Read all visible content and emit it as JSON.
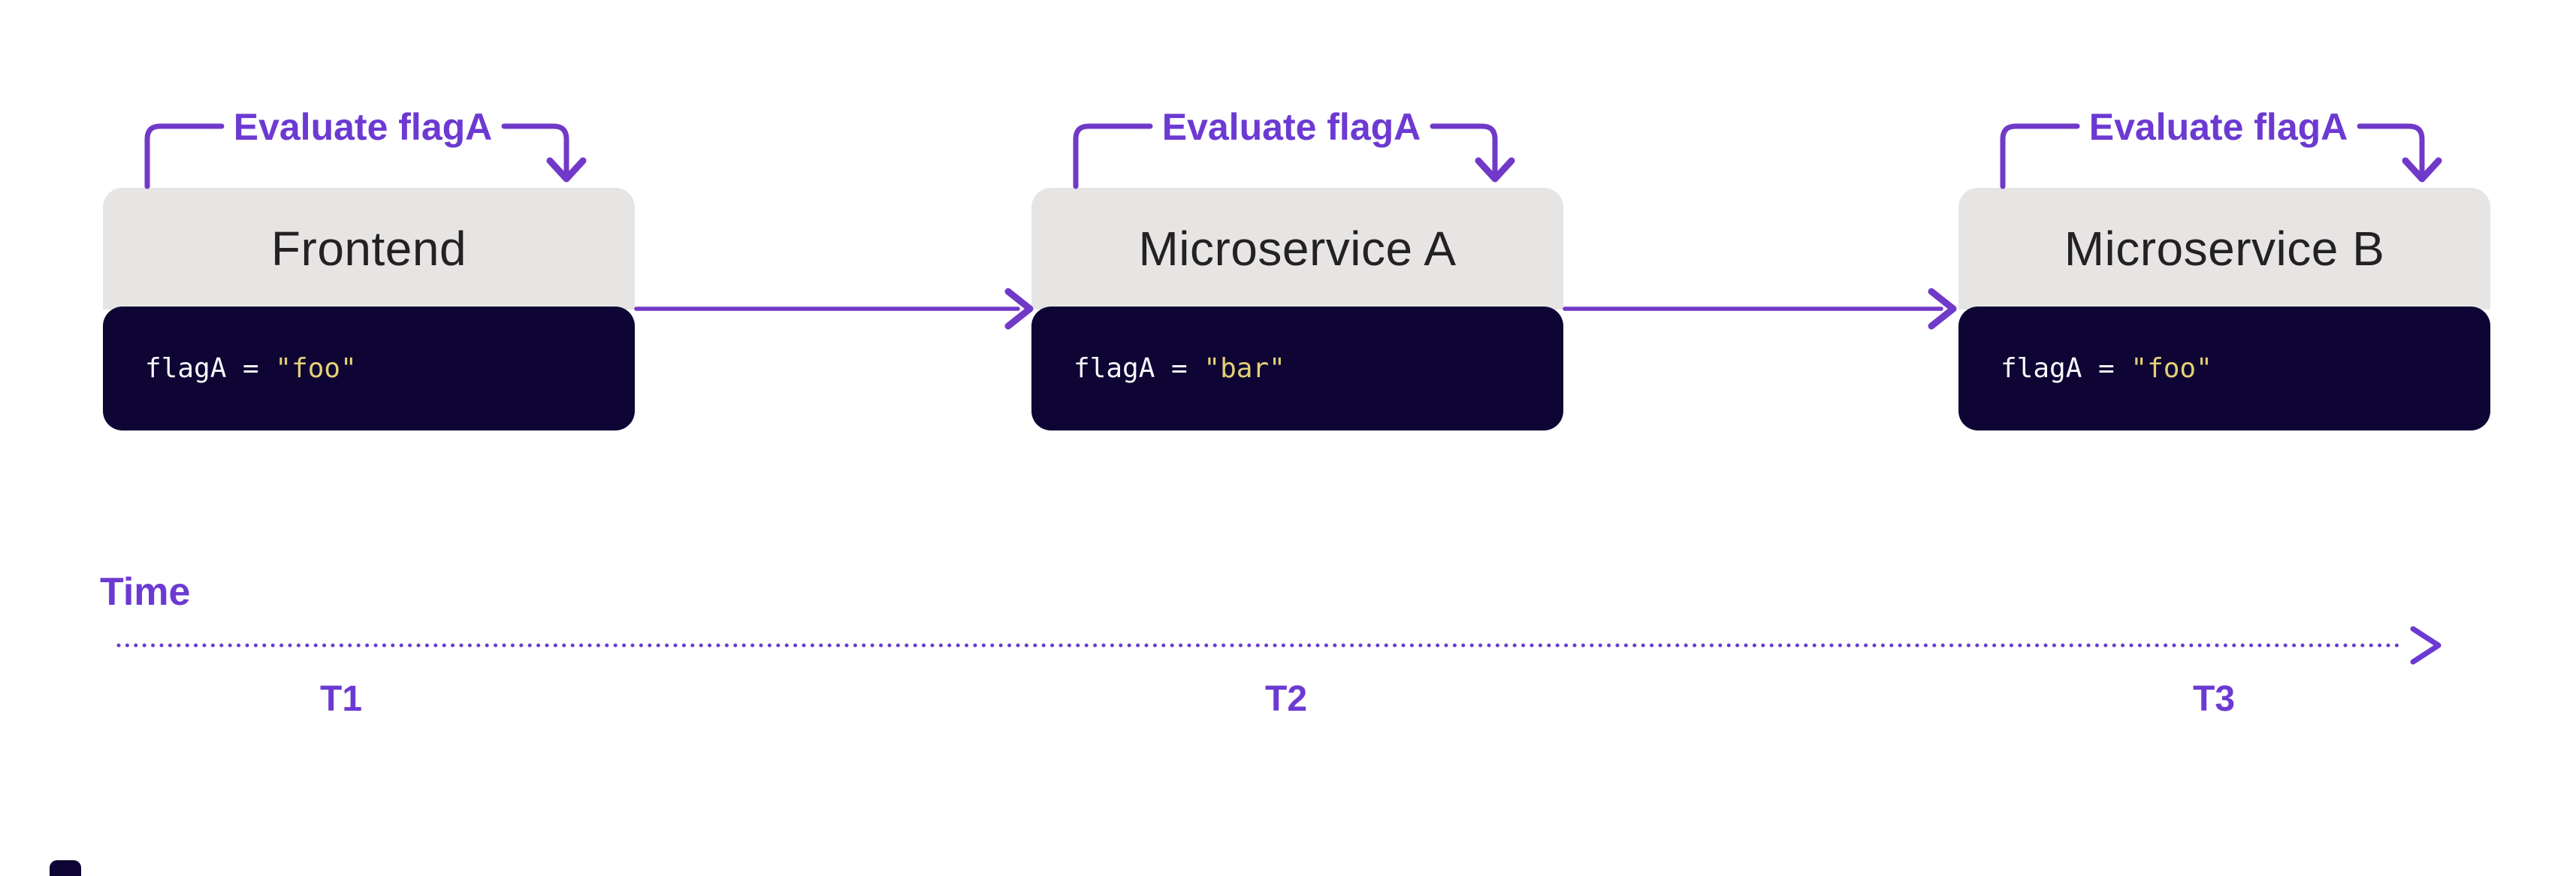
{
  "colors": {
    "accent_purple": "#6C3AD2",
    "arrow_purple": "#7139C8",
    "header_bg": "#E6E5E4",
    "header_text": "#232124",
    "code_bg": "#0E0534",
    "code_text": "#F8F7FA",
    "code_string_yellow": "#E3D174",
    "page_bg": "#FFFFFF"
  },
  "services": [
    {
      "annotation": "Evaluate flagA",
      "name": "Frontend",
      "code_prefix": "flagA = ",
      "code_value": "\"foo\""
    },
    {
      "annotation": "Evaluate flagA",
      "name": "Microservice A",
      "code_prefix": "flagA = ",
      "code_value": "\"bar\""
    },
    {
      "annotation": "Evaluate flagA",
      "name": "Microservice B",
      "code_prefix": "flagA = ",
      "code_value": "\"foo\""
    }
  ],
  "timeline": {
    "label": "Time",
    "ticks": [
      "T1",
      "T2",
      "T3"
    ]
  }
}
